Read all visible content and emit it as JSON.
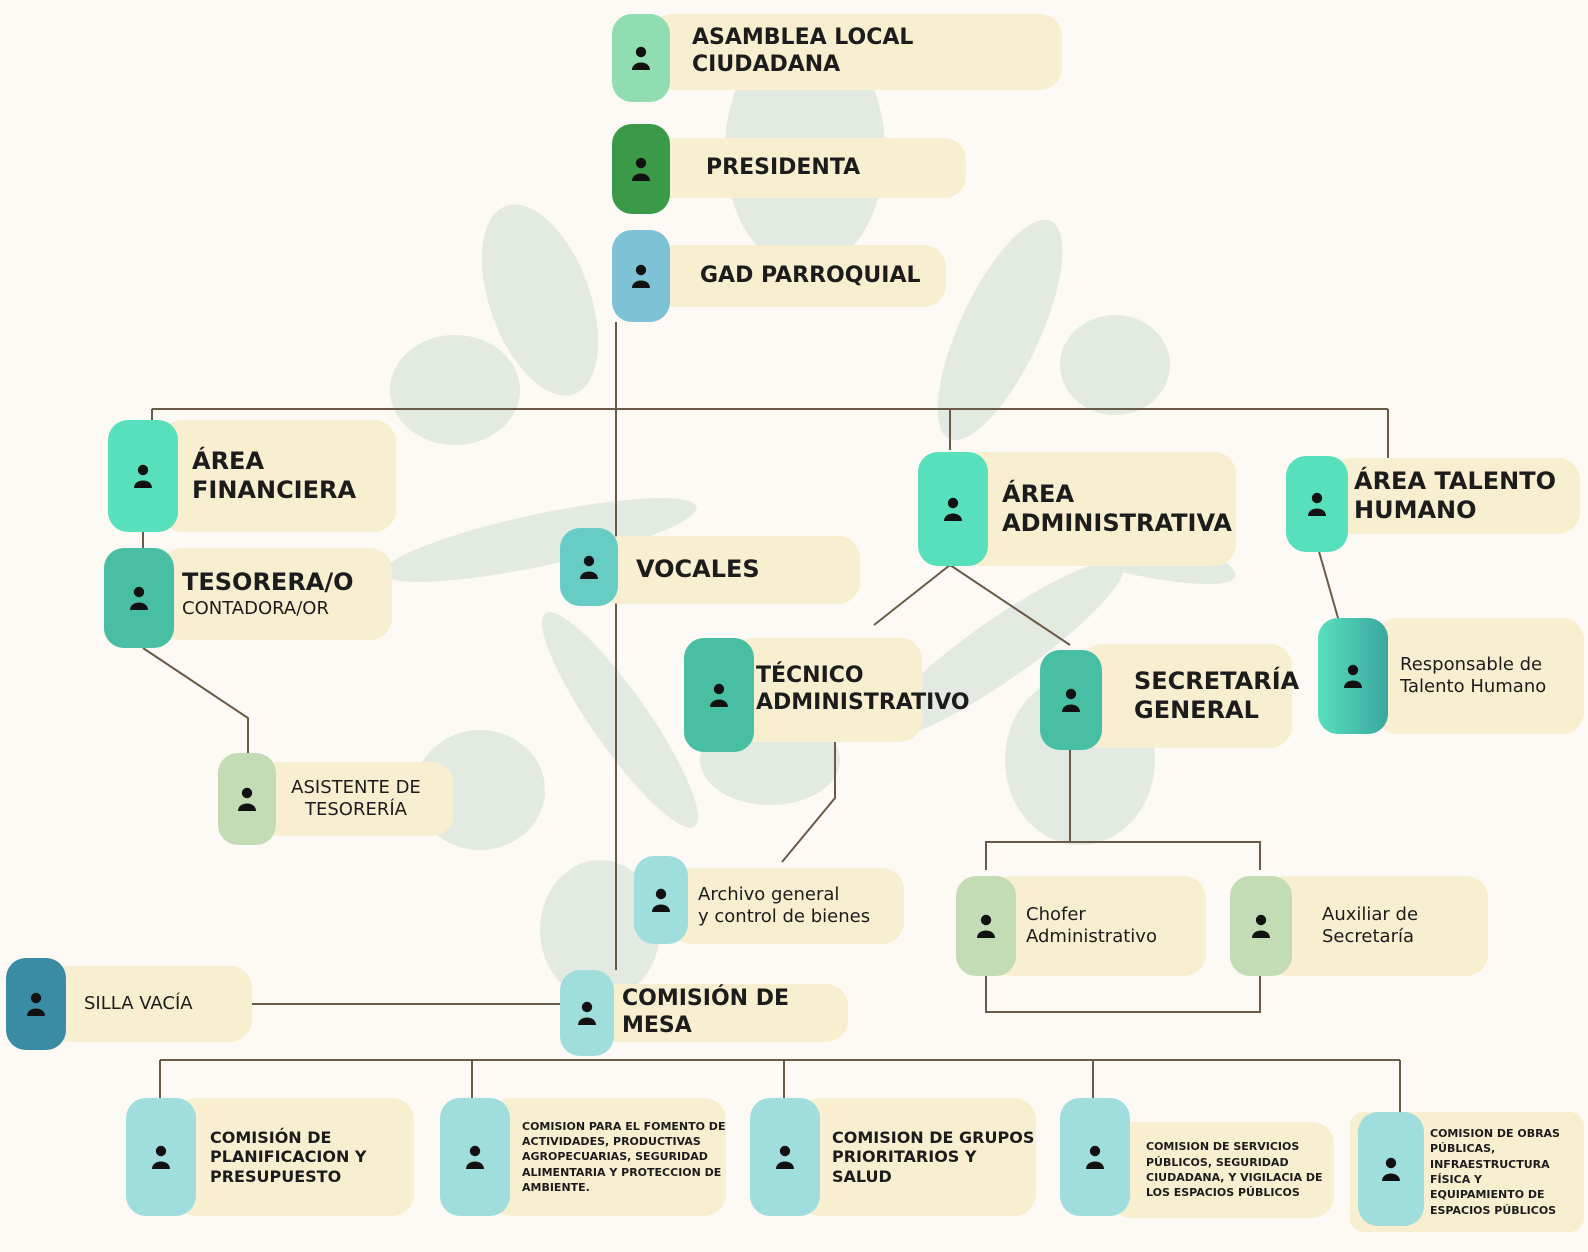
{
  "colors": {
    "background": "#fdf9f4",
    "label_fill": "#f8eed0",
    "connector": "#6a5a48",
    "watermark": "#dfe8e0",
    "mint": "#8fddb0",
    "green_dark": "#3a9a48",
    "sky": "#7ec2d6",
    "aqua": "#58e0bc",
    "teal": "#48bea2",
    "teal_light": "#66ccc4",
    "sage": "#c4dcb6",
    "cyan_light": "#a0dede",
    "steel": "#3a8ca4"
  },
  "icons": {
    "person": "person-icon"
  },
  "nodes": {
    "asamblea": {
      "text": "ASAMBLEA LOCAL CIUDADANA"
    },
    "presidenta": {
      "text": "PRESIDENTA"
    },
    "gad": {
      "text": "GAD PARROQUIAL"
    },
    "area_financiera": {
      "line1": "ÁREA",
      "line2": "FINANCIERA"
    },
    "tesorera": {
      "line1": "TESORERA/O",
      "line2": "CONTADORA/OR"
    },
    "asistente": {
      "line1": "ASISTENTE DE",
      "line2": "TESORERÍA"
    },
    "vocales": {
      "text": "VOCALES"
    },
    "area_administrativa": {
      "line1": "ÁREA",
      "line2": "ADMINISTRATIVA"
    },
    "area_talento": {
      "line1": "ÁREA TALENTO",
      "line2": "HUMANO"
    },
    "responsable_talento": {
      "line1": "Responsable de",
      "line2": "Talento Humano"
    },
    "tecnico": {
      "line1": "TÉCNICO",
      "line2": "ADMINISTRATIVO"
    },
    "secretaria": {
      "line1": "SECRETARÍA",
      "line2": "GENERAL"
    },
    "archivo": {
      "line1": "Archivo general",
      "line2": "y control de bienes"
    },
    "chofer": {
      "line1": "Chofer",
      "line2": "Administrativo"
    },
    "auxiliar": {
      "line1": "Auxiliar de",
      "line2": "Secretaría"
    },
    "silla_vacia": {
      "text": "SILLA VACÍA"
    },
    "comision_mesa": {
      "text": "COMISIÓN DE MESA"
    },
    "com_planificacion": {
      "line1": "COMISIÓN DE",
      "line2": "PLANIFICACION Y",
      "line3": "PRESUPUESTO"
    },
    "com_fomento": {
      "line1": "COMISION PARA EL FOMENTO DE",
      "line2": "ACTIVIDADES, PRODUCTIVAS",
      "line3": "AGROPECUARIAS, SEGURIDAD",
      "line4": "ALIMENTARIA Y PROTECCION DE",
      "line5": "AMBIENTE."
    },
    "com_grupos": {
      "line1": "COMISION DE GRUPOS",
      "line2": "PRIORITARIOS Y",
      "line3": "SALUD"
    },
    "com_servicios": {
      "line1": "COMISION DE SERVICIOS",
      "line2": "PÚBLICOS, SEGURIDAD",
      "line3": "CIUDADANA, Y VIGILACIA DE",
      "line4": "LOS ESPACIOS PÚBLICOS"
    },
    "com_obras": {
      "line1": "COMISION DE OBRAS",
      "line2": "PÚBLICAS,",
      "line3": "INFRAESTRUCTURA",
      "line4": "FÍSICA Y",
      "line5": "EQUIPAMIENTO DE",
      "line6": "ESPACIOS PÚBLICOS"
    }
  }
}
